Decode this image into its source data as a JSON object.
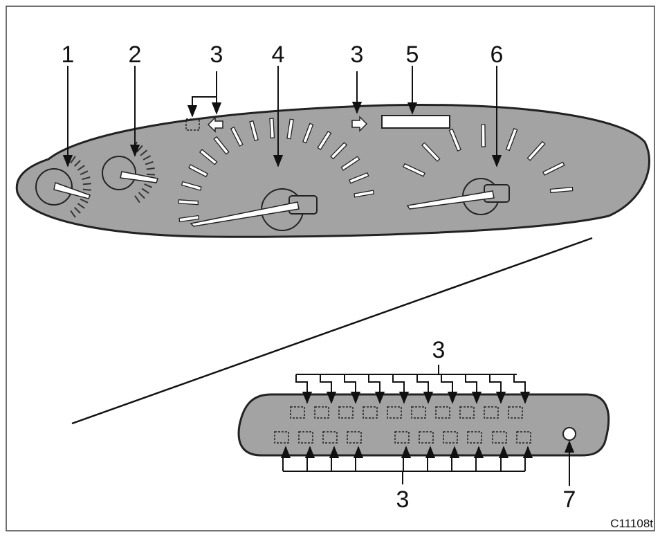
{
  "callouts": {
    "fuel_gauge": "1",
    "temp_gauge": "2",
    "indicator_top_left": "3",
    "speedometer": "4",
    "indicator_top_right": "3",
    "display": "5",
    "tachometer": "6",
    "indicator_strip_top": "3",
    "indicator_strip_bottom": "3",
    "button": "7"
  },
  "figure_code": "C11108t",
  "colors": {
    "panel_fill": "#a3a3a3",
    "outline": "#222222",
    "tick_fill": "#ffffff"
  },
  "icons": {
    "turn_left": "left-arrow-icon",
    "turn_right": "right-arrow-icon"
  }
}
